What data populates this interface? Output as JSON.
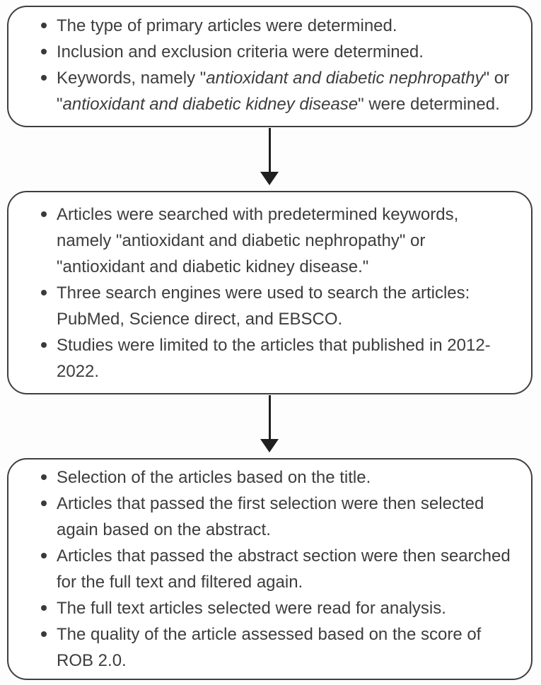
{
  "diagram": {
    "type": "flowchart",
    "direction": "top-down",
    "colors": {
      "background": "#fdfdfd",
      "box_fill": "#ffffff",
      "box_border": "#3f3f3f",
      "text": "#3d3d3d",
      "arrow": "#1f1f1f"
    },
    "connectors": [
      {
        "from": "step-1",
        "to": "step-2",
        "style": "down-arrow"
      },
      {
        "from": "step-2",
        "to": "step-3",
        "style": "down-arrow"
      }
    ],
    "boxes": [
      {
        "id": "step-1",
        "bullets": [
          {
            "lines": [
              [
                {
                  "text": "The type of primary articles were determined."
                }
              ]
            ]
          },
          {
            "lines": [
              [
                {
                  "text": "Inclusion and exclusion criteria were determined."
                }
              ]
            ]
          },
          {
            "lines": [
              [
                {
                  "text": "Keywords, namely \""
                },
                {
                  "text": "antioxidant and diabetic nephropathy",
                  "italic": true
                },
                {
                  "text": "\" or"
                }
              ],
              [
                {
                  "text": "\""
                },
                {
                  "text": "antioxidant and diabetic kidney disease",
                  "italic": true
                },
                {
                  "text": "\" were determined."
                }
              ]
            ]
          }
        ]
      },
      {
        "id": "step-2",
        "bullets": [
          {
            "lines": [
              [
                {
                  "text": "Articles were searched with predetermined keywords,"
                }
              ],
              [
                {
                  "text": "namely \"antioxidant and diabetic nephropathy\" or"
                }
              ],
              [
                {
                  "text": "\"antioxidant and diabetic kidney disease.\""
                }
              ]
            ]
          },
          {
            "lines": [
              [
                {
                  "text": "Three search engines were used to search the articles:"
                }
              ],
              [
                {
                  "text": "PubMed, Science direct, and EBSCO."
                }
              ]
            ]
          },
          {
            "lines": [
              [
                {
                  "text": "Studies were limited to the articles that published in 2012-"
                }
              ],
              [
                {
                  "text": "2022."
                }
              ]
            ]
          }
        ]
      },
      {
        "id": "step-3",
        "bullets": [
          {
            "lines": [
              [
                {
                  "text": "Selection of the articles based on the title."
                }
              ]
            ]
          },
          {
            "lines": [
              [
                {
                  "text": "Articles that passed the first selection were then selected"
                }
              ],
              [
                {
                  "text": "again based on the abstract."
                }
              ]
            ]
          },
          {
            "lines": [
              [
                {
                  "text": "Articles that passed the abstract section were then searched"
                }
              ],
              [
                {
                  "text": "for the full text and filtered again."
                }
              ]
            ]
          },
          {
            "lines": [
              [
                {
                  "text": "The full text articles selected were read for analysis."
                }
              ]
            ]
          },
          {
            "lines": [
              [
                {
                  "text": "The quality of the article assessed based on the score of"
                }
              ],
              [
                {
                  "text": "ROB 2.0."
                }
              ]
            ]
          }
        ]
      }
    ]
  }
}
